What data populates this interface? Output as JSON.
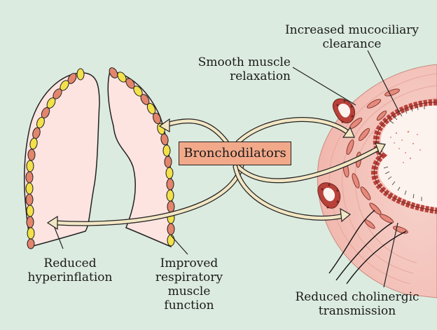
{
  "colors": {
    "background": "#dcebdf",
    "lung_fill": "#fde4e0",
    "airway_fill": "#f4bfb7",
    "muscle_segment_yellow": "#f2e14a",
    "muscle_segment_orange": "#e3856c",
    "drug_box": "#f2a98a",
    "arrow_fill": "#f2e6c4"
  },
  "center_label": "Bronchodilators",
  "labels": {
    "increased_mucociliary": "Increased mucociliary\nclearance",
    "smooth_muscle": "Smooth muscle\nrelaxation",
    "reduced_hyperinflation": "Reduced\nhyperinflation",
    "improved_respiratory": "Improved\nrespiratory\nmuscle\nfunction",
    "reduced_cholinergic": "Reduced cholinergic\ntransmission"
  }
}
